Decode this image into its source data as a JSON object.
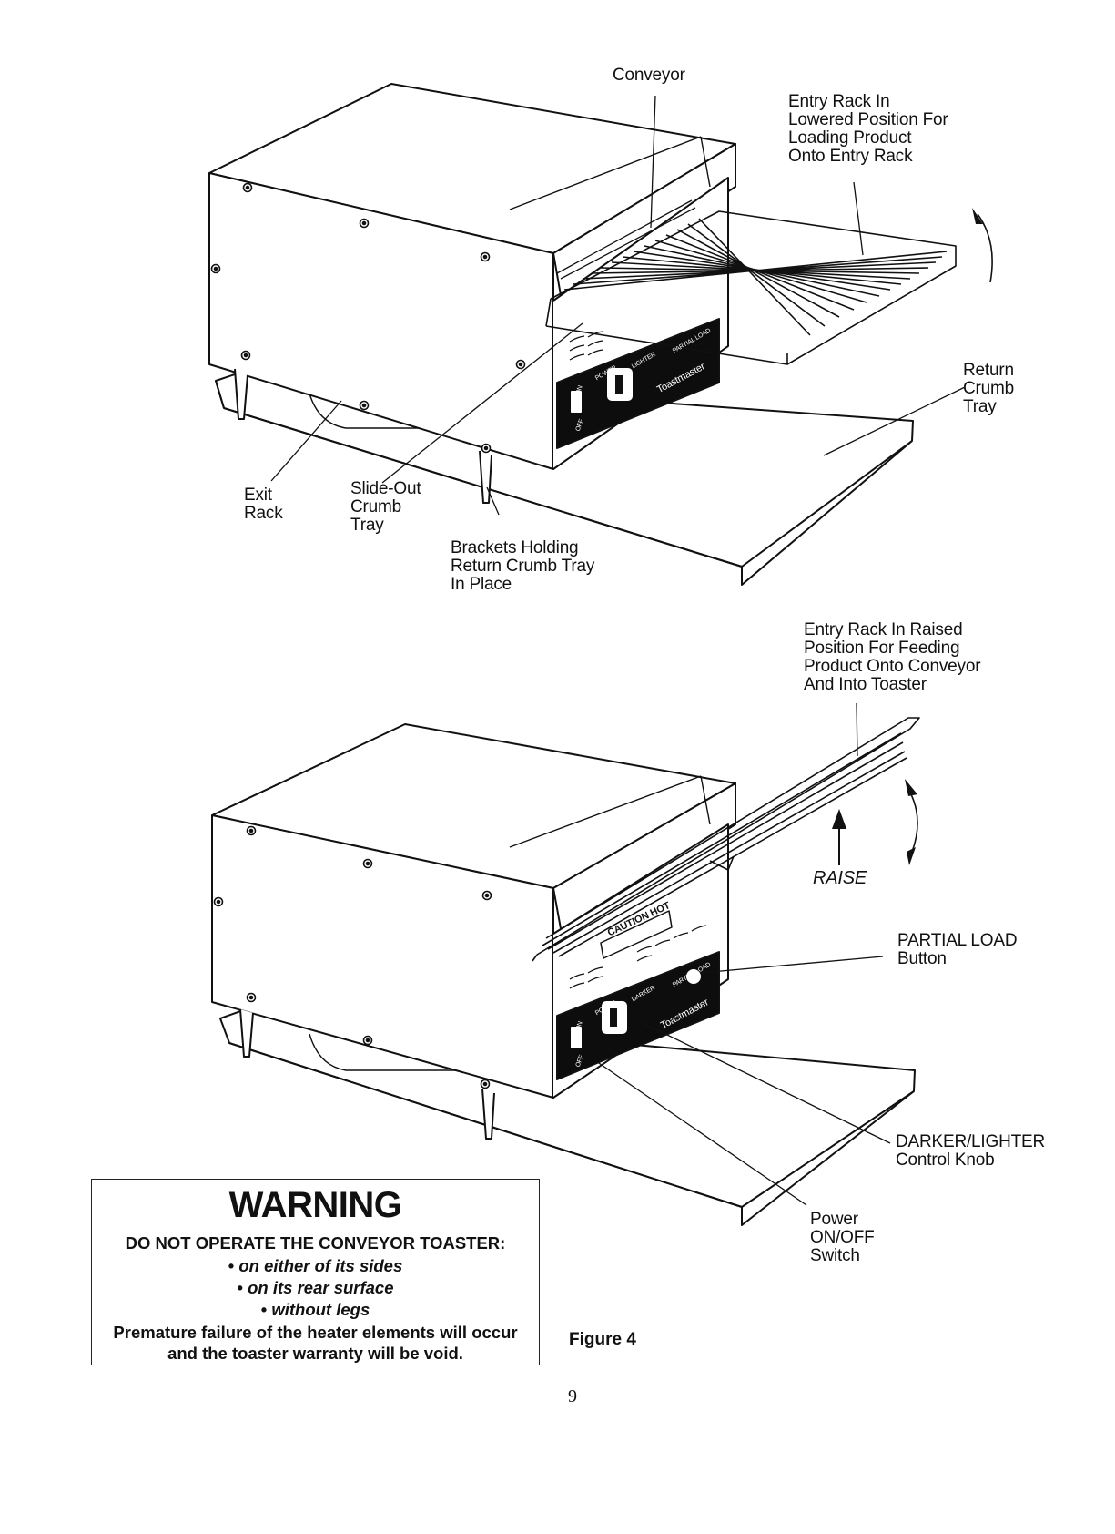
{
  "figure": {
    "caption": "Figure 4",
    "page_number": "9",
    "top_view": {
      "labels": {
        "conveyor": "Conveyor",
        "entry_rack_lowered": "Entry Rack In\nLowered Position For\nLoading Product\nOnto Entry Rack",
        "return_crumb_tray": "Return\nCrumb\nTray",
        "exit_rack": "Exit\nRack",
        "slide_out_crumb_tray": "Slide-Out\nCrumb\nTray",
        "brackets": "Brackets Holding\nReturn Crumb Tray\nIn Place"
      }
    },
    "bottom_view": {
      "labels": {
        "entry_rack_raised": "Entry Rack In Raised\nPosition For Feeding\nProduct Onto Conveyor\nAnd Into Toaster",
        "raise": "RAISE",
        "partial_load_button": "PARTIAL LOAD\nButton",
        "darker_lighter_knob": "DARKER/LIGHTER\nControl Knob",
        "power_switch": "Power\nON/OFF\nSwitch",
        "caution_hot": "CAUTION HOT"
      }
    },
    "panel_text": {
      "brand": "Toastmaster",
      "on": "ON",
      "off": "OFF",
      "power": "POWER",
      "lighter": "LIGHTER",
      "darker": "DARKER",
      "partial_load": "PARTIAL LOAD"
    }
  },
  "warning": {
    "title": "WARNING",
    "subtitle": "DO NOT OPERATE THE CONVEYOR TOASTER:",
    "items": [
      "on either of its sides",
      "on its rear surface",
      "without legs"
    ],
    "footer": "Premature failure of the heater elements will occur\nand the toaster warranty will be void."
  },
  "colors": {
    "ink": "#111111",
    "panel": "#0d0d0d",
    "paper": "#ffffff"
  }
}
